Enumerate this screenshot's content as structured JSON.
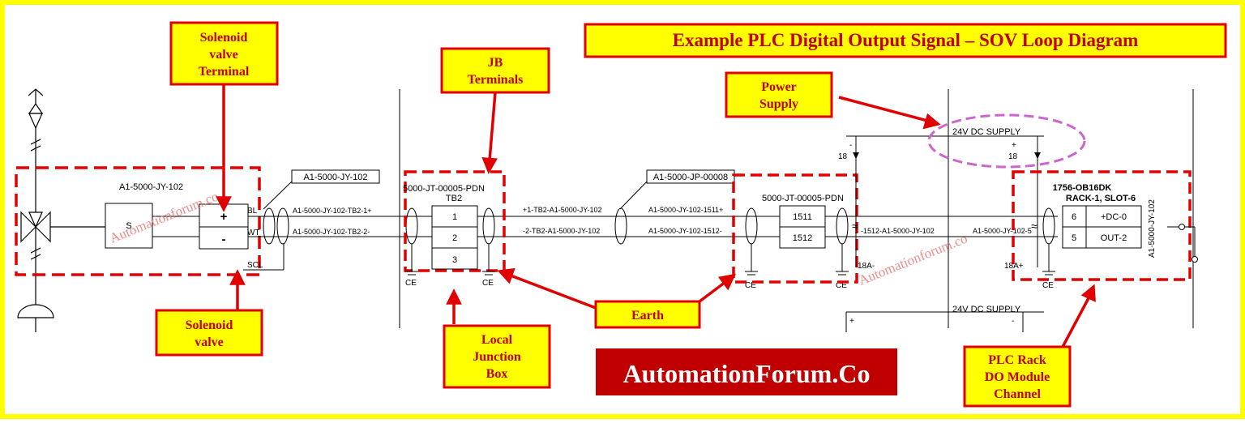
{
  "colors": {
    "frame": "#ffff00",
    "callout_fill": "#ffff00",
    "callout_border": "#e00000",
    "callout_text": "#c00000",
    "banner_fill": "#c00000",
    "banner_text": "#ffffff",
    "watermark": "#e87a7a",
    "power_ellipse": "#cc66cc",
    "wire": "#000000"
  },
  "title": "Example PLC Digital Output Signal – SOV Loop Diagram",
  "brand": "AutomationForum.Co",
  "watermark": "Automationforum.co",
  "callouts": {
    "sov_terminal": [
      "Solenoid",
      "valve",
      "Terminal"
    ],
    "jb_terminals": [
      "JB",
      "Terminals"
    ],
    "power_supply": [
      "Power",
      "Supply"
    ],
    "solenoid_valve": [
      "Solenoid",
      "valve"
    ],
    "local_jb": [
      "Local",
      "Junction",
      "Box"
    ],
    "earth": "Earth",
    "plc_rack": [
      "PLC Rack",
      "DO Module",
      "Channel"
    ]
  },
  "field": {
    "tag": "A1-5000-JY-102",
    "solenoid_letter": "S",
    "plus": "+",
    "minus": "-",
    "wire_labels": [
      "BL",
      "WT",
      "SCL"
    ]
  },
  "cables": {
    "field_cable_tag": "A1-5000-JY-102",
    "field_wire_1": "A1-5000-JY-102-TB2-1+",
    "field_wire_2": "A1-5000-JY-102-TB2-2-",
    "multi_cable_tag": "A1-5000-JP-00008",
    "mid_left_1": "+1-TB2-A1-5000-JY-102",
    "mid_left_2": "-2-TB2-A1-5000-JY-102",
    "mid_right_1": "A1-5000-JY-102-1511+",
    "mid_right_2": "A1-5000-JY-102-1512-",
    "sys_wire_1": "-1512-A1-5000-JY-102",
    "sys_wire_2": "A1-5000-JY-102-5"
  },
  "jb": {
    "tag": "5000-JT-00005-PDN",
    "strip": "TB2",
    "terminals": [
      "1",
      "2",
      "3"
    ]
  },
  "marshalling": {
    "tag": "5000-JT-00005-PDN",
    "terminals": [
      "1511",
      "1512"
    ]
  },
  "power": {
    "supply_top": "24V DC SUPPLY",
    "minus": "-",
    "plus": "+",
    "left_18": "18",
    "right_18": "18",
    "label_18a_minus": "18A-",
    "label_18a_plus": "18A+",
    "supply_bottom": "24V DC SUPPLY",
    "bottom_plus": "+",
    "bottom_minus": "-"
  },
  "plc": {
    "module": "1756-OB16DK",
    "slot": "RACK-1, SLOT-6",
    "rows": [
      {
        "num": "6",
        "name": "+DC-0"
      },
      {
        "num": "5",
        "name": "OUT-2"
      }
    ],
    "vertical_tag": "A1-5000-JY-102"
  },
  "earth_label": "CE"
}
